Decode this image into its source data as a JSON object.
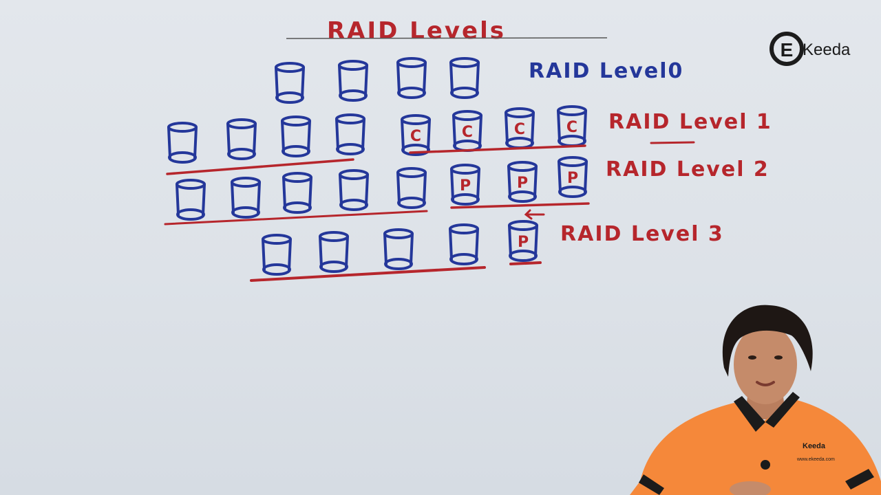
{
  "title": "RAID Levels",
  "logo": {
    "mark": "E",
    "text": "Keeda"
  },
  "rows": [
    {
      "label": "RAID Level0",
      "label_color": "#24379a",
      "disks": [
        "",
        "",
        "",
        ""
      ]
    },
    {
      "label": "RAID Level 1",
      "label_color": "#b6262c",
      "disks": [
        "",
        "",
        "",
        "",
        "C",
        "C",
        "C",
        "C"
      ]
    },
    {
      "label": "RAID Level 2",
      "label_color": "#b6262c",
      "disks": [
        "",
        "",
        "",
        "",
        "",
        "P",
        "P",
        "P"
      ]
    },
    {
      "label": "RAID Level 3",
      "label_color": "#b6262c",
      "disks": [
        "",
        "",
        "",
        "",
        "P"
      ]
    }
  ],
  "presenter": {
    "shirt_logo": "Keeda",
    "shirt_url": "www.ekeeda.com"
  },
  "colors": {
    "board": "#e0e5ea",
    "marker_blue": "#24379a",
    "marker_red": "#b6262c",
    "shirt": "#f5883a"
  }
}
